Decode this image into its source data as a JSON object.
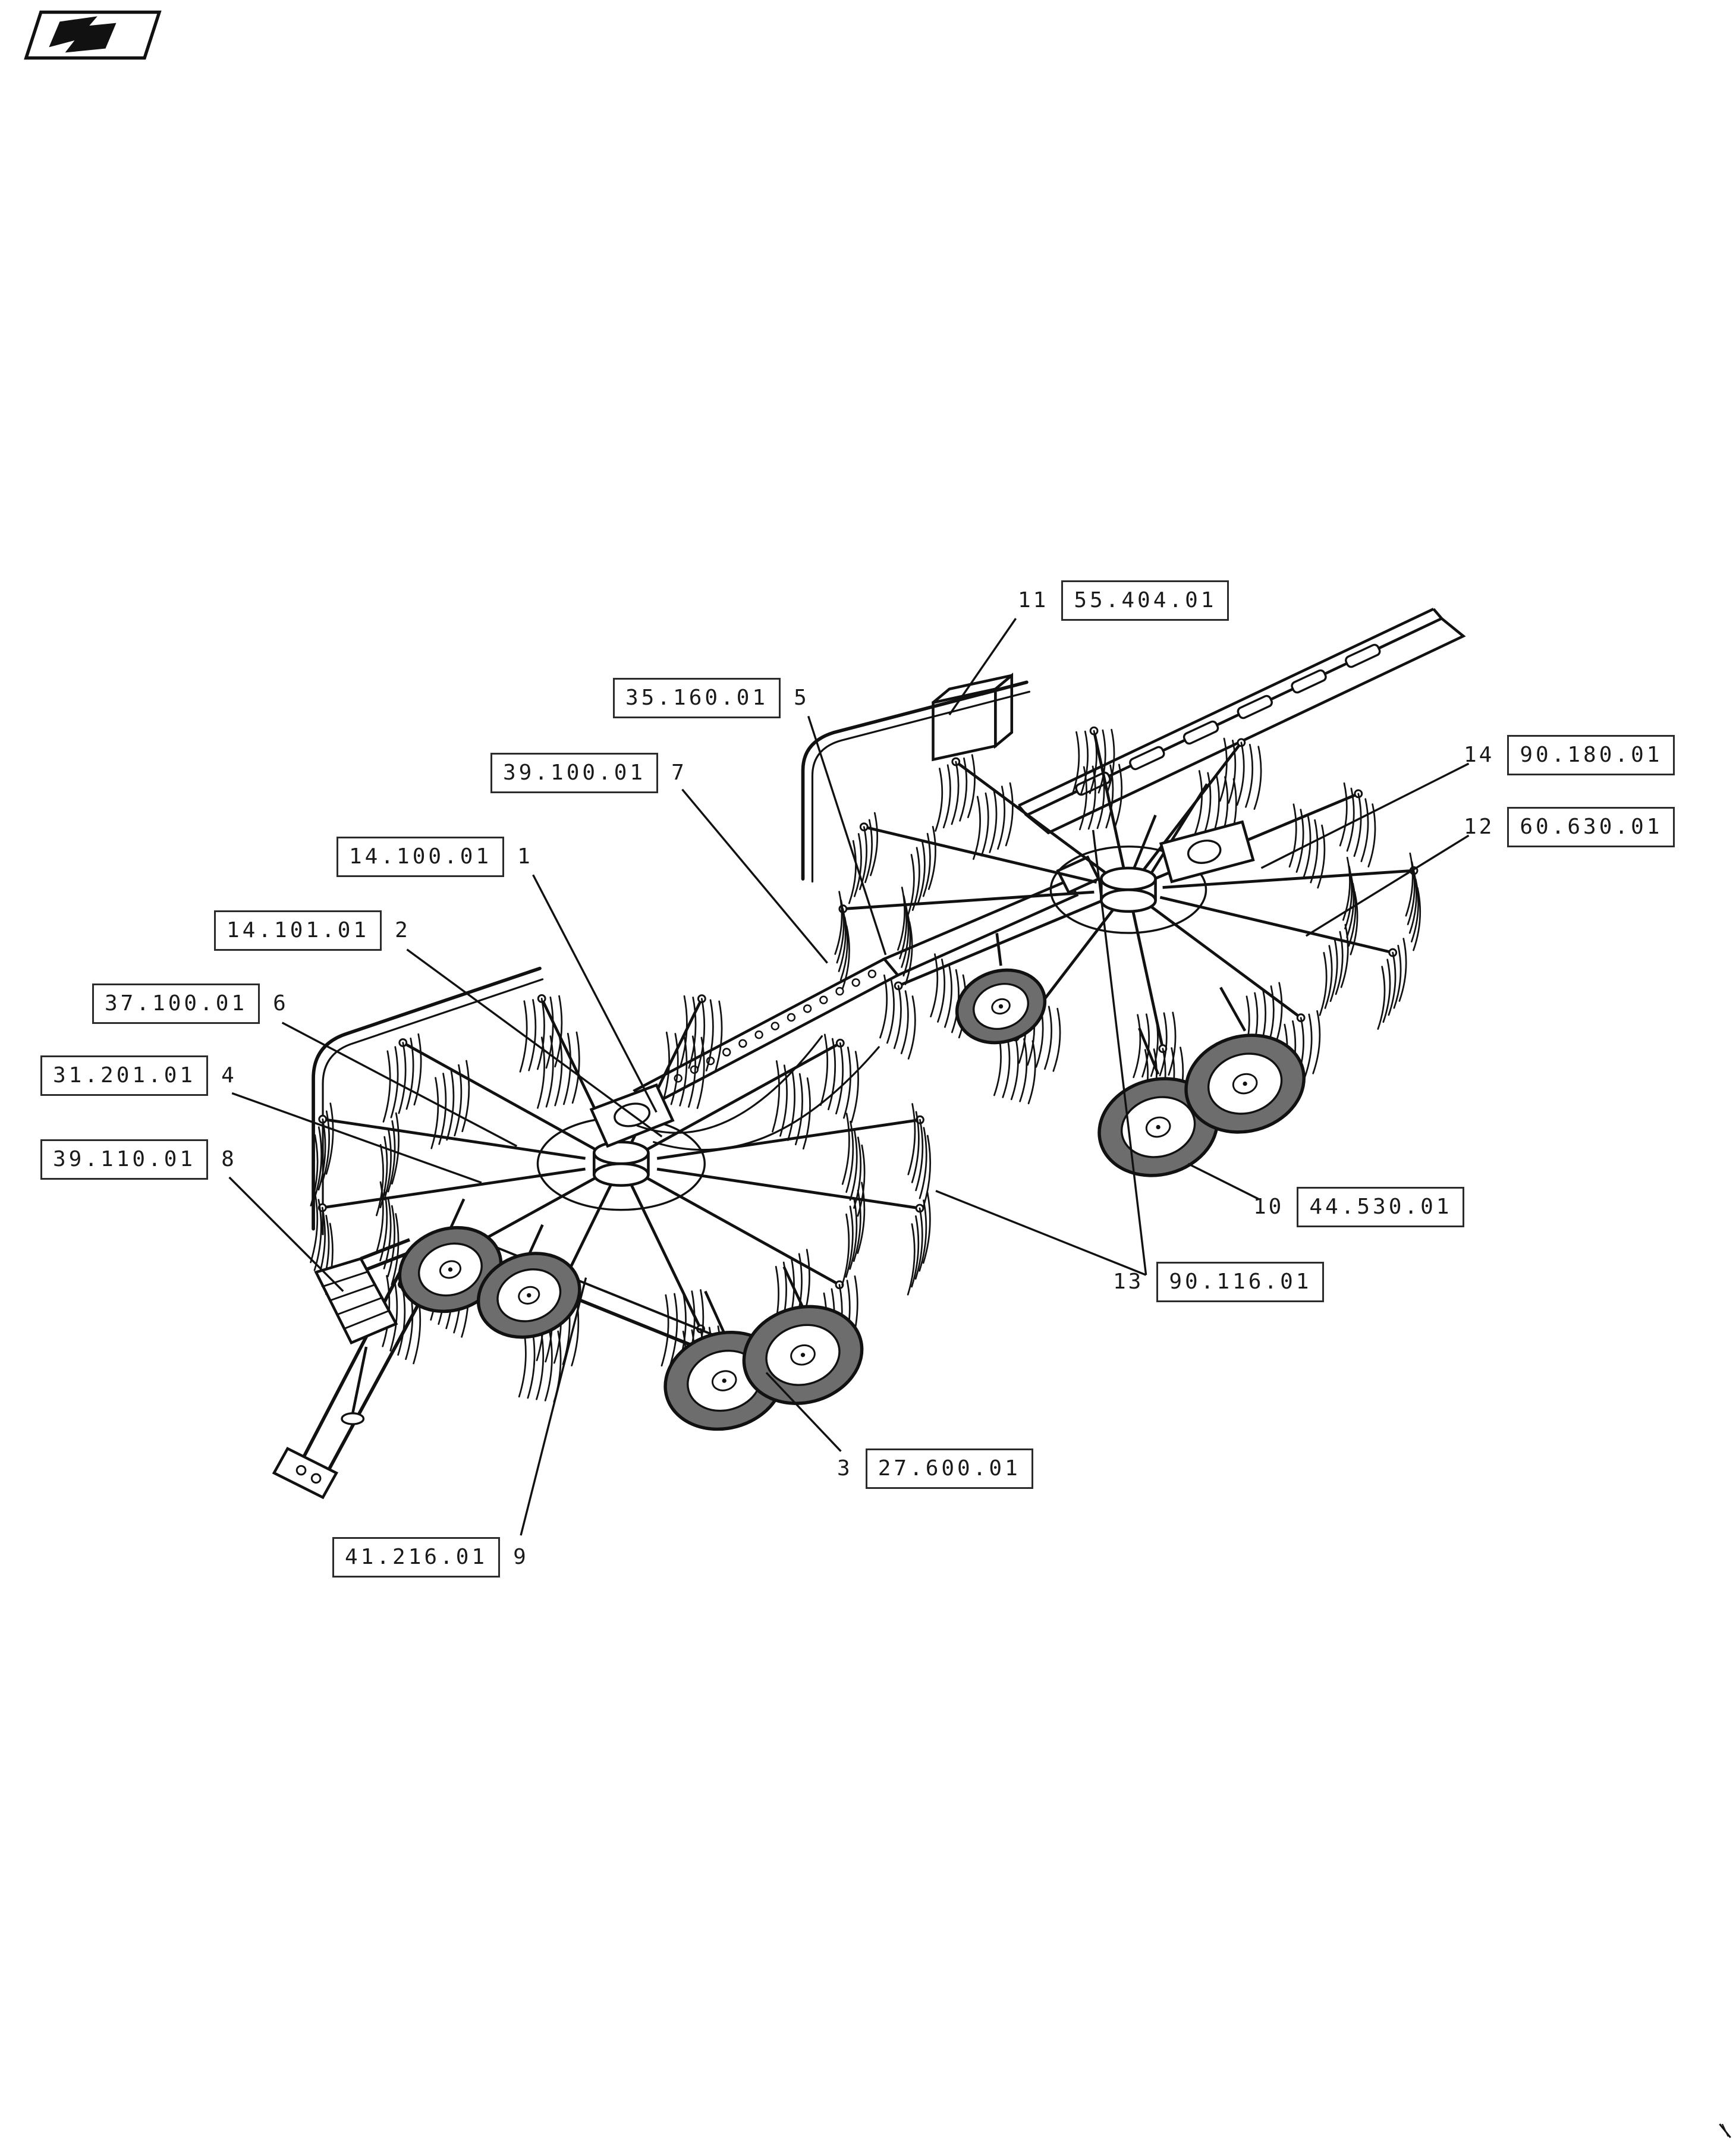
{
  "figure": {
    "type": "exploded-parts-diagram",
    "subject": "twin-rotor rotary rake"
  },
  "nav": {
    "logo": "back-arrow-emblem"
  },
  "callouts": [
    {
      "num": "5",
      "ref": "35.160.01",
      "side": "left"
    },
    {
      "num": "7",
      "ref": "39.100.01",
      "side": "left"
    },
    {
      "num": "1",
      "ref": "14.100.01",
      "side": "left"
    },
    {
      "num": "2",
      "ref": "14.101.01",
      "side": "left"
    },
    {
      "num": "6",
      "ref": "37.100.01",
      "side": "left"
    },
    {
      "num": "4",
      "ref": "31.201.01",
      "side": "left"
    },
    {
      "num": "8",
      "ref": "39.110.01",
      "side": "left"
    },
    {
      "num": "9",
      "ref": "41.216.01",
      "side": "left"
    },
    {
      "num": "11",
      "ref": "55.404.01",
      "side": "right"
    },
    {
      "num": "14",
      "ref": "90.180.01",
      "side": "right"
    },
    {
      "num": "12",
      "ref": "60.630.01",
      "side": "right"
    },
    {
      "num": "10",
      "ref": "44.530.01",
      "side": "right"
    },
    {
      "num": "13",
      "ref": "90.116.01",
      "side": "right"
    },
    {
      "num": "3",
      "ref": "27.600.01",
      "side": "right"
    }
  ],
  "footer_mark": "\\"
}
